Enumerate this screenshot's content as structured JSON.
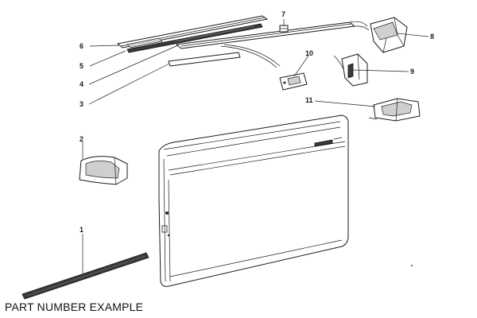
{
  "caption": "PART NUMBER EXAMPLE",
  "callouts": {
    "c1": "1",
    "c2": "2",
    "c3": "3",
    "c4": "4",
    "c5": "5",
    "c6": "6",
    "c7": "7",
    "c8": "8",
    "c9": "9",
    "c10": "10",
    "c11": "11"
  }
}
